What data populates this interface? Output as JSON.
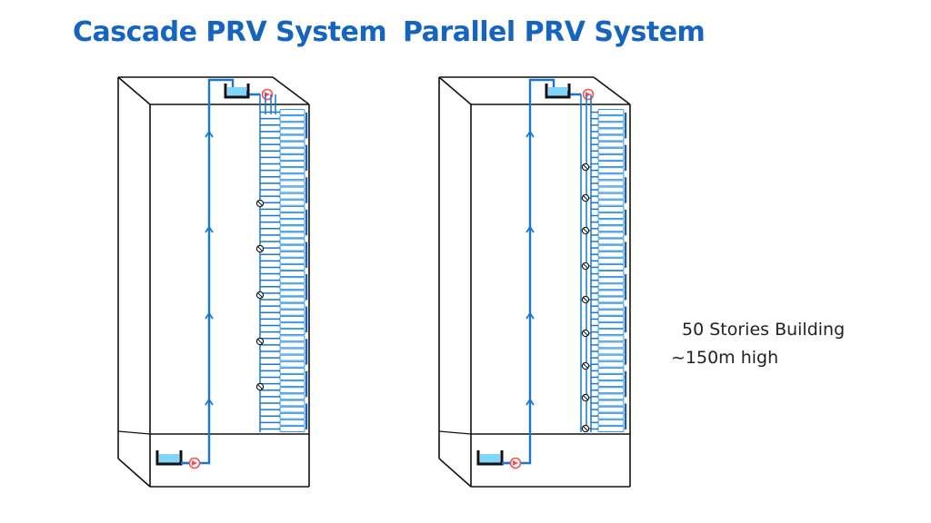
{
  "diagrams": [
    {
      "title": "Cascade PRV System",
      "mode": "cascade"
    },
    {
      "title": "Parallel PRV System",
      "mode": "parallel"
    }
  ],
  "annotation": {
    "line1": "50 Stories Building",
    "line2": "~150m high"
  },
  "building": {
    "stories": 50,
    "height": "~150m"
  },
  "colors": {
    "title": "#1565c0",
    "pipe": "#1976d2",
    "water": "#81d4fa",
    "pump": "#ef5350",
    "outline": "#111111",
    "fixture": "#1e88e5"
  },
  "icons": [
    "tank-icon",
    "pump-icon",
    "prv-valve-icon",
    "flow-arrow-icon"
  ]
}
